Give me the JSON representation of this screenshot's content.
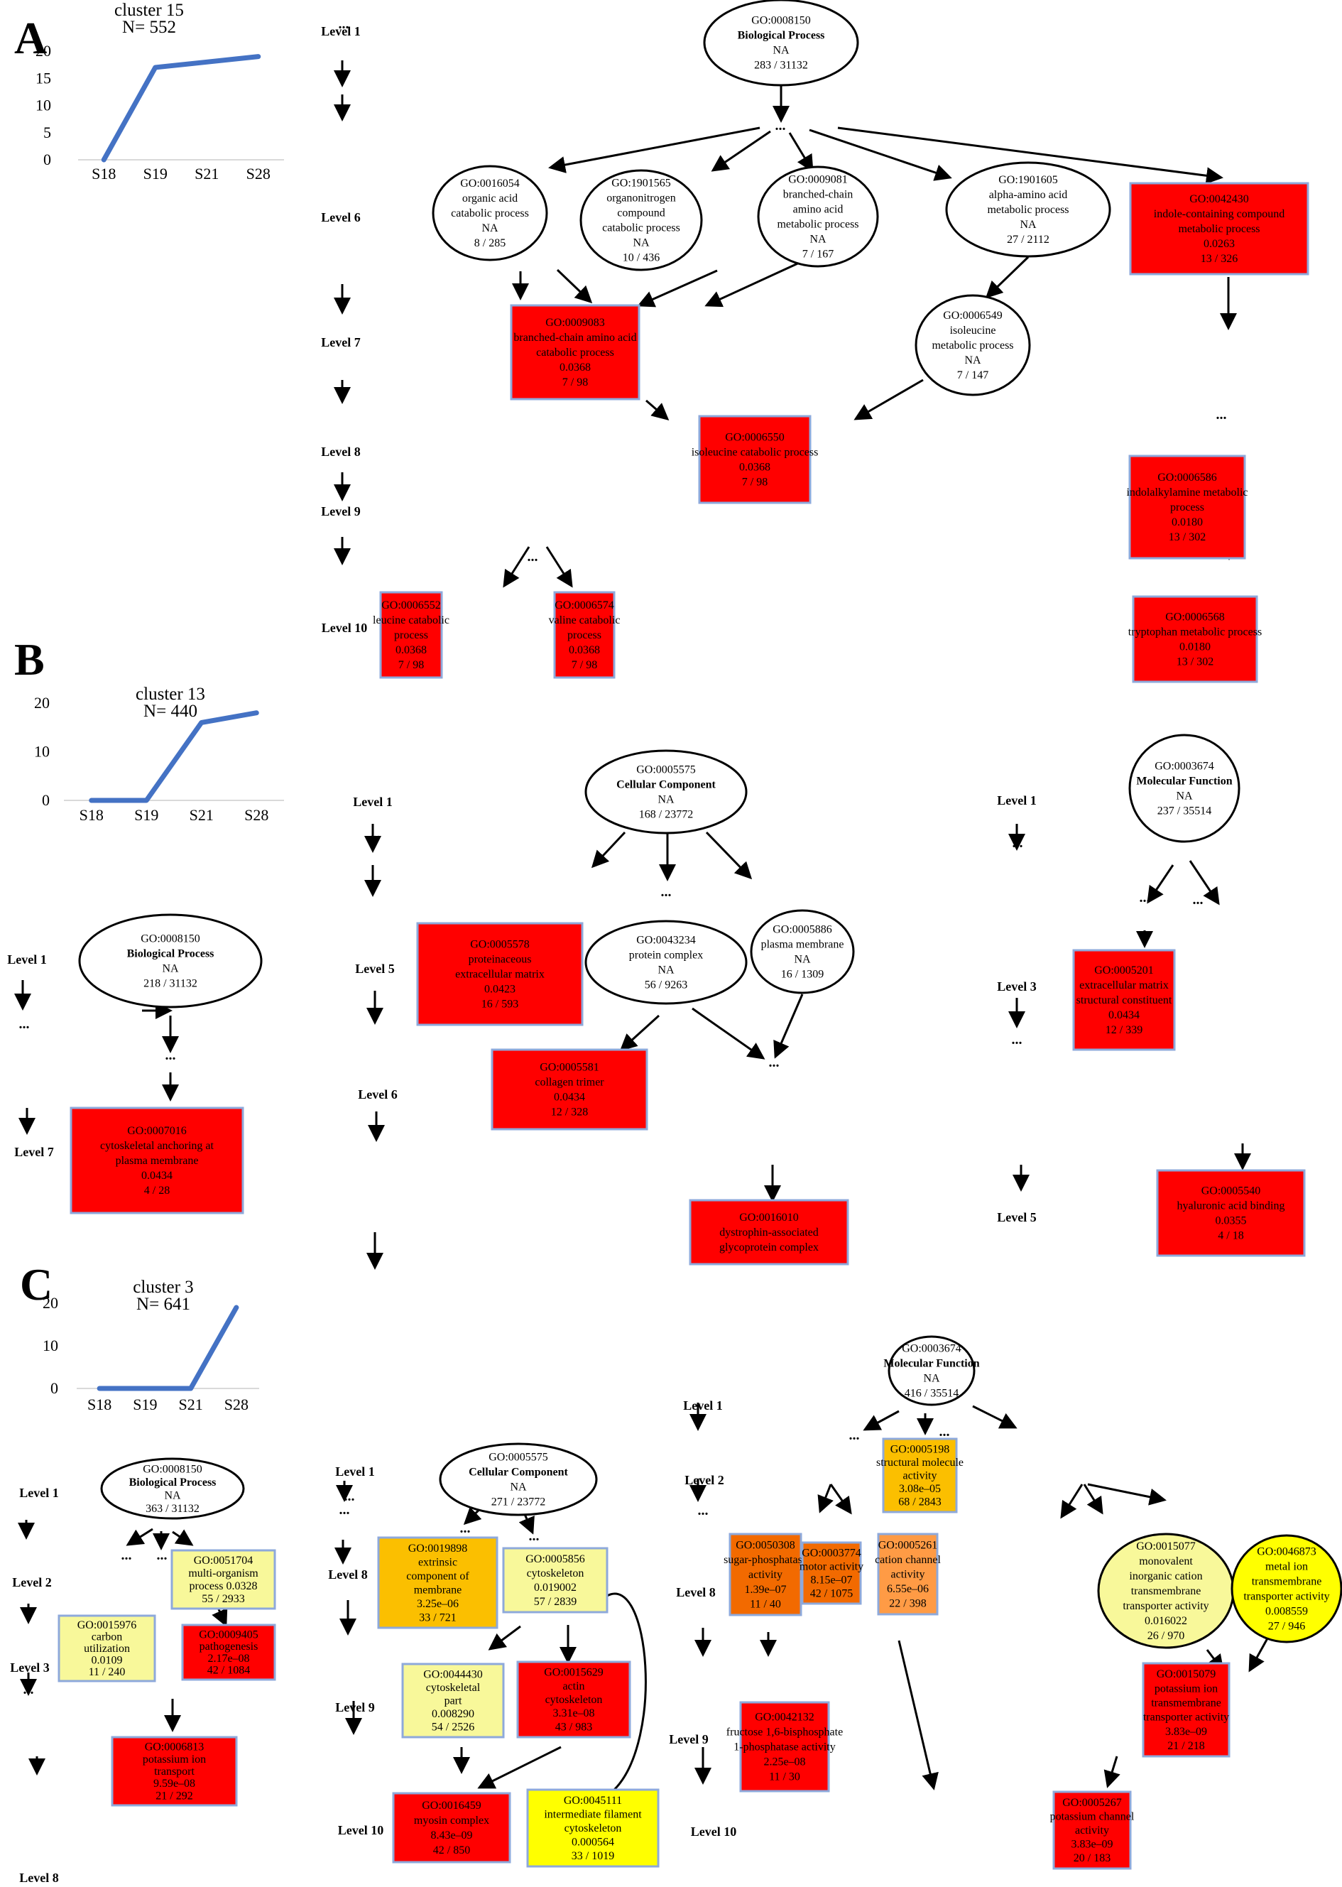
{
  "colors": {
    "sig_red": "#ff0000",
    "sig_orange_dark": "#f26a00",
    "sig_orange": "#ff9b45",
    "sig_amber": "#fbbf00",
    "sig_yellow": "#ffff00",
    "sig_lightyellow": "#f8f89a",
    "na_fill": "#ffffff",
    "box_border": "#8ea9db",
    "line_blue": "#4472c4"
  },
  "panels": [
    {
      "letter": "A",
      "chart_data": {
        "type": "line",
        "title": "cluster 15",
        "subtitle": "N= 552",
        "categories": [
          "S18",
          "S19",
          "S21",
          "S28"
        ],
        "values": [
          0,
          17,
          18,
          19
        ],
        "yticks": [
          0,
          5,
          10,
          15,
          20
        ],
        "ylim": [
          0,
          20
        ]
      }
    },
    {
      "letter": "B",
      "chart_data": {
        "type": "line",
        "title": "cluster 13",
        "subtitle": "N= 440",
        "categories": [
          "S18",
          "S19",
          "S21",
          "S28"
        ],
        "values": [
          0,
          0,
          16,
          18
        ],
        "yticks": [
          0,
          10,
          20
        ],
        "ylim": [
          0,
          20
        ]
      }
    },
    {
      "letter": "C",
      "chart_data": {
        "type": "line",
        "title": "cluster 3",
        "subtitle": "N= 641",
        "categories": [
          "S18",
          "S19",
          "S21",
          "S28"
        ],
        "values": [
          0,
          0,
          0,
          19
        ],
        "yticks": [
          0,
          10,
          20
        ],
        "ylim": [
          0,
          20
        ]
      }
    }
  ],
  "level_labels": [
    {
      "id": "A1",
      "text": "Level 1"
    },
    {
      "id": "A6",
      "text": "Level 6"
    },
    {
      "id": "A7",
      "text": "Level 7"
    },
    {
      "id": "A8",
      "text": "Level 8"
    },
    {
      "id": "A9",
      "text": "Level 9"
    },
    {
      "id": "A10",
      "text": "Level 10"
    },
    {
      "id": "Bbp1",
      "text": "Level 1"
    },
    {
      "id": "Bbp7",
      "text": "Level 7"
    },
    {
      "id": "Bcc1",
      "text": "Level 1"
    },
    {
      "id": "Bcc5",
      "text": "Level 5"
    },
    {
      "id": "Bcc6",
      "text": "Level 6"
    },
    {
      "id": "Bmf1",
      "text": "Level 1"
    },
    {
      "id": "Bmf3",
      "text": "Level 3"
    },
    {
      "id": "Bmf5",
      "text": "Level 5"
    },
    {
      "id": "Cbp1",
      "text": "Level 1"
    },
    {
      "id": "Cbp2",
      "text": "Level 2"
    },
    {
      "id": "Cbp3",
      "text": "Level 3"
    },
    {
      "id": "Cbp8",
      "text": "Level 8"
    },
    {
      "id": "Ccc1",
      "text": "Level 1"
    },
    {
      "id": "Ccc8",
      "text": "Level 8"
    },
    {
      "id": "Ccc9",
      "text": "Level 9"
    },
    {
      "id": "Ccc10",
      "text": "Level 10"
    },
    {
      "id": "Cmf1",
      "text": "Level 1"
    },
    {
      "id": "Cmf2",
      "text": "Level 2"
    },
    {
      "id": "Cmf8",
      "text": "Level 8"
    },
    {
      "id": "Cmf9",
      "text": "Level 9"
    },
    {
      "id": "Cmf10",
      "text": "Level 10"
    }
  ],
  "nodes": [
    {
      "id": "A_root",
      "shape": "ellipse",
      "fill": "na_fill",
      "lines": [
        "GO:0008150",
        "Biological Process",
        "NA",
        "283 / 31132"
      ],
      "bold_line": 1
    },
    {
      "id": "A_16054",
      "shape": "ellipse",
      "fill": "na_fill",
      "lines": [
        "GO:0016054",
        "organic acid",
        "catabolic process",
        "NA",
        "8 / 285"
      ]
    },
    {
      "id": "A_1901565",
      "shape": "ellipse",
      "fill": "na_fill",
      "lines": [
        "GO:1901565",
        "organonitrogen",
        "compound",
        "catabolic process",
        "NA",
        "10 / 436"
      ]
    },
    {
      "id": "A_9081",
      "shape": "ellipse",
      "fill": "na_fill",
      "lines": [
        "GO:0009081",
        "branched-chain",
        "amino acid",
        "metabolic process",
        "NA",
        "7 / 167"
      ]
    },
    {
      "id": "A_1901605",
      "shape": "ellipse",
      "fill": "na_fill",
      "lines": [
        "GO:1901605",
        "alpha-amino acid",
        "metabolic process",
        "NA",
        "27 / 2112"
      ]
    },
    {
      "id": "A_42430",
      "shape": "box",
      "fill": "sig_red",
      "lines": [
        "GO:0042430",
        "indole-containing compound",
        "metabolic process",
        "0.0263",
        "13 / 326"
      ]
    },
    {
      "id": "A_9083",
      "shape": "box",
      "fill": "sig_red",
      "lines": [
        "GO:0009083",
        "branched-chain amino acid",
        "catabolic process",
        "0.0368",
        "7 / 98"
      ]
    },
    {
      "id": "A_6549",
      "shape": "ellipse",
      "fill": "na_fill",
      "lines": [
        "GO:0006549",
        "isoleucine",
        "metabolic process",
        "NA",
        "7 / 147"
      ]
    },
    {
      "id": "A_6550",
      "shape": "box",
      "fill": "sig_red",
      "lines": [
        "GO:0006550",
        "isoleucine catabolic process",
        "0.0368",
        "7 / 98"
      ]
    },
    {
      "id": "A_6586",
      "shape": "box",
      "fill": "sig_red",
      "lines": [
        "GO:0006586",
        "indolalkylamine metabolic",
        "process",
        "0.0180",
        "13 / 302"
      ]
    },
    {
      "id": "A_6552",
      "shape": "box",
      "fill": "sig_red",
      "lines": [
        "GO:0006552",
        "leucine catabolic",
        "process",
        "0.0368",
        "7 / 98"
      ]
    },
    {
      "id": "A_6574",
      "shape": "box",
      "fill": "sig_red",
      "lines": [
        "GO:0006574",
        "valine catabolic",
        "process",
        "0.0368",
        "7 / 98"
      ]
    },
    {
      "id": "A_6568",
      "shape": "box",
      "fill": "sig_red",
      "lines": [
        "GO:0006568",
        "tryptophan metabolic process",
        "0.0180",
        "13 / 302"
      ]
    },
    {
      "id": "Bbp_root",
      "shape": "ellipse",
      "fill": "na_fill",
      "lines": [
        "GO:0008150",
        "Biological Process",
        "NA",
        "218 / 31132"
      ],
      "bold_line": 1
    },
    {
      "id": "Bbp_7016",
      "shape": "box",
      "fill": "sig_red",
      "lines": [
        "GO:0007016",
        "cytoskeletal anchoring at",
        "plasma membrane",
        "0.0434",
        "4 / 28"
      ]
    },
    {
      "id": "Bcc_root",
      "shape": "ellipse",
      "fill": "na_fill",
      "lines": [
        "GO:0005575",
        "Cellular Component",
        "NA",
        "168 / 23772"
      ],
      "bold_line": 1
    },
    {
      "id": "Bcc_5578",
      "shape": "box",
      "fill": "sig_red",
      "lines": [
        "GO:0005578",
        "proteinaceous",
        "extracellular matrix",
        "0.0423",
        "16 / 593"
      ]
    },
    {
      "id": "Bcc_43234",
      "shape": "ellipse",
      "fill": "na_fill",
      "lines": [
        "GO:0043234",
        "protein complex",
        "NA",
        "56 / 9263"
      ]
    },
    {
      "id": "Bcc_5886",
      "shape": "ellipse",
      "fill": "na_fill",
      "lines": [
        "GO:0005886",
        "plasma membrane",
        "NA",
        "16 / 1309"
      ]
    },
    {
      "id": "Bcc_5581",
      "shape": "box",
      "fill": "sig_red",
      "lines": [
        "GO:0005581",
        "collagen trimer",
        "0.0434",
        "12 / 328"
      ]
    },
    {
      "id": "Bcc_16010",
      "shape": "box",
      "fill": "sig_red",
      "lines": [
        "GO:0016010",
        "dystrophin-associated",
        "glycoprotein complex"
      ]
    },
    {
      "id": "Bmf_root",
      "shape": "ellipse",
      "fill": "na_fill",
      "lines": [
        "GO:0003674",
        "Molecular Function",
        "NA",
        "237 / 35514"
      ],
      "bold_line": 1
    },
    {
      "id": "Bmf_5201",
      "shape": "box",
      "fill": "sig_red",
      "lines": [
        "GO:0005201",
        "extracellular matrix",
        "structural constituent",
        "0.0434",
        "12 / 339"
      ]
    },
    {
      "id": "Bmf_5540",
      "shape": "box",
      "fill": "sig_red",
      "lines": [
        "GO:0005540",
        "hyaluronic acid binding",
        "0.0355",
        "4 / 18"
      ]
    },
    {
      "id": "Cbp_root",
      "shape": "ellipse",
      "fill": "na_fill",
      "lines": [
        "GO:0008150",
        "Biological Process",
        "NA",
        "363 / 31132"
      ],
      "bold_line": 1
    },
    {
      "id": "Cbp_51704",
      "shape": "box",
      "fill": "sig_lightyellow",
      "lines": [
        "GO:0051704",
        "multi-organism",
        "process 0.0328",
        "55 / 2933"
      ]
    },
    {
      "id": "Cbp_15976",
      "shape": "box",
      "fill": "sig_lightyellow",
      "lines": [
        "GO:0015976",
        "carbon",
        "utilization",
        "0.0109",
        "11 / 240"
      ]
    },
    {
      "id": "Cbp_9405",
      "shape": "box",
      "fill": "sig_red",
      "lines": [
        "GO:0009405",
        "pathogenesis",
        "2.17e–08",
        "42 / 1084"
      ]
    },
    {
      "id": "Cbp_6813",
      "shape": "box",
      "fill": "sig_red",
      "lines": [
        "GO:0006813",
        "potassium ion",
        "transport",
        "9.59e–08",
        "21 / 292"
      ]
    },
    {
      "id": "Ccc_root",
      "shape": "ellipse",
      "fill": "na_fill",
      "lines": [
        "GO:0005575",
        "Cellular Component",
        "NA",
        "271 / 23772"
      ],
      "bold_line": 1
    },
    {
      "id": "Ccc_19898",
      "shape": "box",
      "fill": "sig_amber",
      "lines": [
        "GO:0019898",
        "extrinsic",
        "component of",
        "membrane",
        "3.25e–06",
        "33 / 721"
      ]
    },
    {
      "id": "Ccc_5856",
      "shape": "box",
      "fill": "sig_lightyellow",
      "lines": [
        "GO:0005856",
        "cytoskeleton",
        "0.019002",
        "57 / 2839"
      ]
    },
    {
      "id": "Ccc_44430",
      "shape": "box",
      "fill": "sig_lightyellow",
      "lines": [
        "GO:0044430",
        "cytoskeletal",
        "part",
        "0.008290",
        "54 / 2526"
      ]
    },
    {
      "id": "Ccc_15629",
      "shape": "box",
      "fill": "sig_red",
      "lines": [
        "GO:0015629",
        "actin",
        "cytoskeleton",
        "3.31e–08",
        "43 / 983"
      ]
    },
    {
      "id": "Ccc_16459",
      "shape": "box",
      "fill": "sig_red",
      "lines": [
        "GO:0016459",
        "myosin complex",
        "8.43e–09",
        "42 / 850"
      ]
    },
    {
      "id": "Ccc_45111",
      "shape": "box",
      "fill": "sig_yellow",
      "lines": [
        "GO:0045111",
        "intermediate filament",
        "cytoskeleton",
        "0.000564",
        "33 / 1019"
      ]
    },
    {
      "id": "Cmf_root",
      "shape": "ellipse",
      "fill": "na_fill",
      "lines": [
        "GO:0003674",
        "Molecular Function",
        "NA",
        "416 / 35514"
      ],
      "bold_line": 1
    },
    {
      "id": "Cmf_5198",
      "shape": "box",
      "fill": "sig_amber",
      "lines": [
        "GO:0005198",
        "structural molecule",
        "activity",
        "3.08e–05",
        "68 / 2843"
      ]
    },
    {
      "id": "Cmf_50308",
      "shape": "box",
      "fill": "sig_orange_dark",
      "lines": [
        "GO:0050308",
        "sugar-phosphatase",
        "activity",
        "1.39e–07",
        "11 / 40"
      ]
    },
    {
      "id": "Cmf_3774",
      "shape": "box",
      "fill": "sig_orange_dark",
      "lines": [
        "GO:0003774",
        "motor activity",
        "8.15e–07",
        "42 / 1075"
      ]
    },
    {
      "id": "Cmf_5261",
      "shape": "box",
      "fill": "sig_orange",
      "lines": [
        "GO:0005261",
        "cation channel",
        "activity",
        "6.55e–06",
        "22 / 398"
      ]
    },
    {
      "id": "Cmf_15077",
      "shape": "ellipse",
      "fill": "sig_lightyellow",
      "lines": [
        "GO:0015077",
        "monovalent",
        "inorganic cation",
        "transmembrane",
        "transporter activity",
        "0.016022",
        "26 / 970"
      ]
    },
    {
      "id": "Cmf_46873",
      "shape": "ellipse",
      "fill": "sig_yellow",
      "lines": [
        "GO:0046873",
        "metal ion",
        "transmembrane",
        "transporter activity",
        "0.008559",
        "27 / 946"
      ]
    },
    {
      "id": "Cmf_42132",
      "shape": "box",
      "fill": "sig_red",
      "lines": [
        "GO:0042132",
        "fructose 1,6-bisphosphate",
        "1-phosphatase activity",
        "2.25e–08",
        "11 / 30"
      ]
    },
    {
      "id": "Cmf_15079",
      "shape": "box",
      "fill": "sig_red",
      "lines": [
        "GO:0015079",
        "potassium ion",
        "transmembrane",
        "transporter activity",
        "3.83e–09",
        "21 / 218"
      ]
    },
    {
      "id": "Cmf_5267",
      "shape": "box",
      "fill": "sig_red",
      "lines": [
        "GO:0005267",
        "potassium channel",
        "activity",
        "3.83e–09",
        "20 / 183"
      ]
    }
  ],
  "ellipsis_text": "..."
}
